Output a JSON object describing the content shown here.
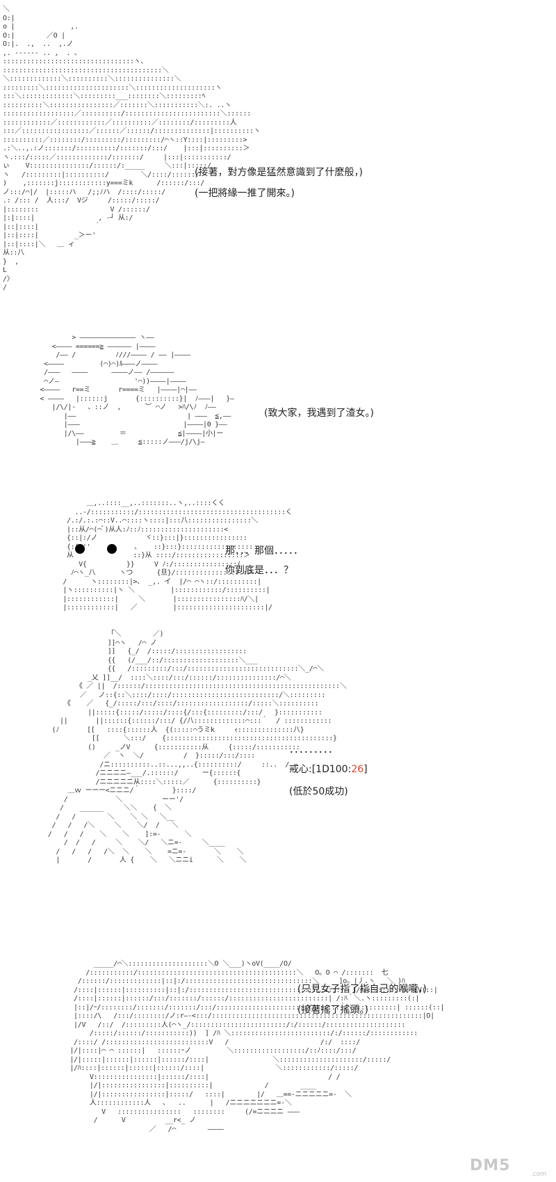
{
  "panels": [
    {
      "captions": [
        "(接著，對方像是猛然意識到了什麼般，)",
        "(一把將緣一推了開來。)"
      ]
    },
    {
      "captions": [
        "(致大家，我遇到了渣女。)"
      ]
    },
    {
      "captions": [
        "那．．．那個．．．．．",
        "你到底是．．．？"
      ]
    },
    {
      "captions": [
        "．．．．．．．．．",
        "(低於50成功)"
      ],
      "roll": {
        "label": "戒心:[1D100:",
        "value": "26",
        "suffix": "]"
      }
    },
    {
      "captions": [
        "(只見女子指了指自己的喉嚨，)",
        "(接著搖了搖頭。)"
      ]
    }
  ],
  "watermark": {
    "logo": "DM5",
    "sub": ".com"
  }
}
